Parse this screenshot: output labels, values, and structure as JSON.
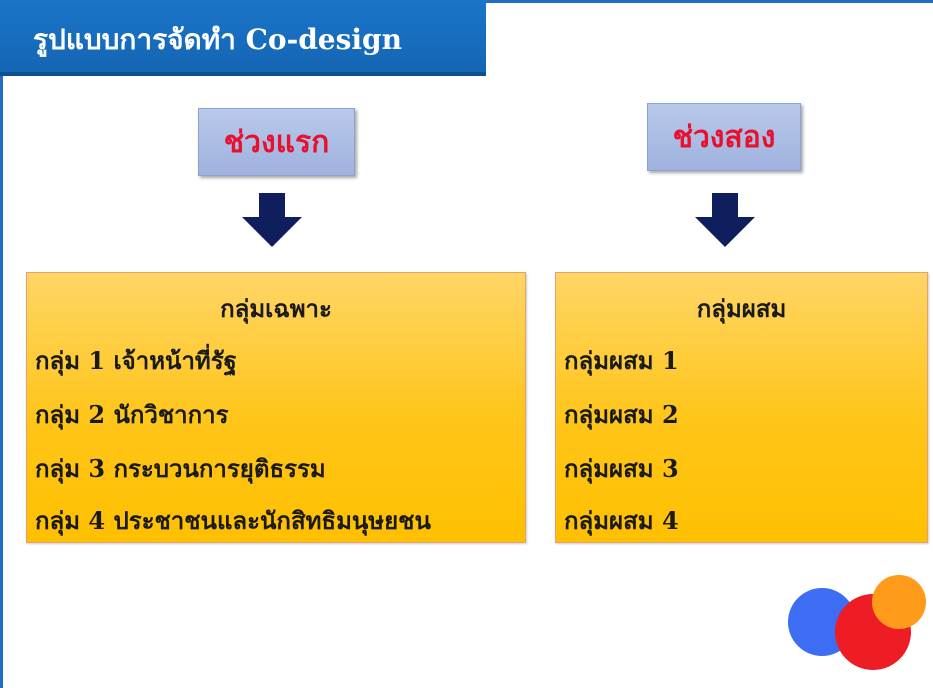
{
  "title": "รูปแบบการจัดทำ Co-design",
  "phases": [
    {
      "label": "ช่วงแรก",
      "group": {
        "heading": "กลุ่มเฉพาะ",
        "items": [
          "กลุ่ม 1 เจ้าหน้าที่รัฐ",
          "กลุ่ม 2 นักวิชาการ",
          "กลุ่ม 3 กระบวนการยุติธรรม",
          "กลุ่ม 4 ประชาชนและนักสิทธิมนุษยชน"
        ]
      }
    },
    {
      "label": "ช่วงสอง",
      "group": {
        "heading": "กลุ่มผสม",
        "items": [
          "กลุ่มผสม 1",
          "กลุ่มผสม 2",
          "กลุ่มผสม 3",
          "กลุ่มผสม 4"
        ]
      }
    }
  ],
  "colors": {
    "title_bar": "#1a74c8",
    "phase_text": "#e8102e",
    "phase_box": "#b9c9ea",
    "group_box": "#ffc000",
    "arrow": "#0f1e5c",
    "logo_blue": "#3d6df2",
    "logo_red": "#ee1c25",
    "logo_orange": "#ff9a1a"
  }
}
